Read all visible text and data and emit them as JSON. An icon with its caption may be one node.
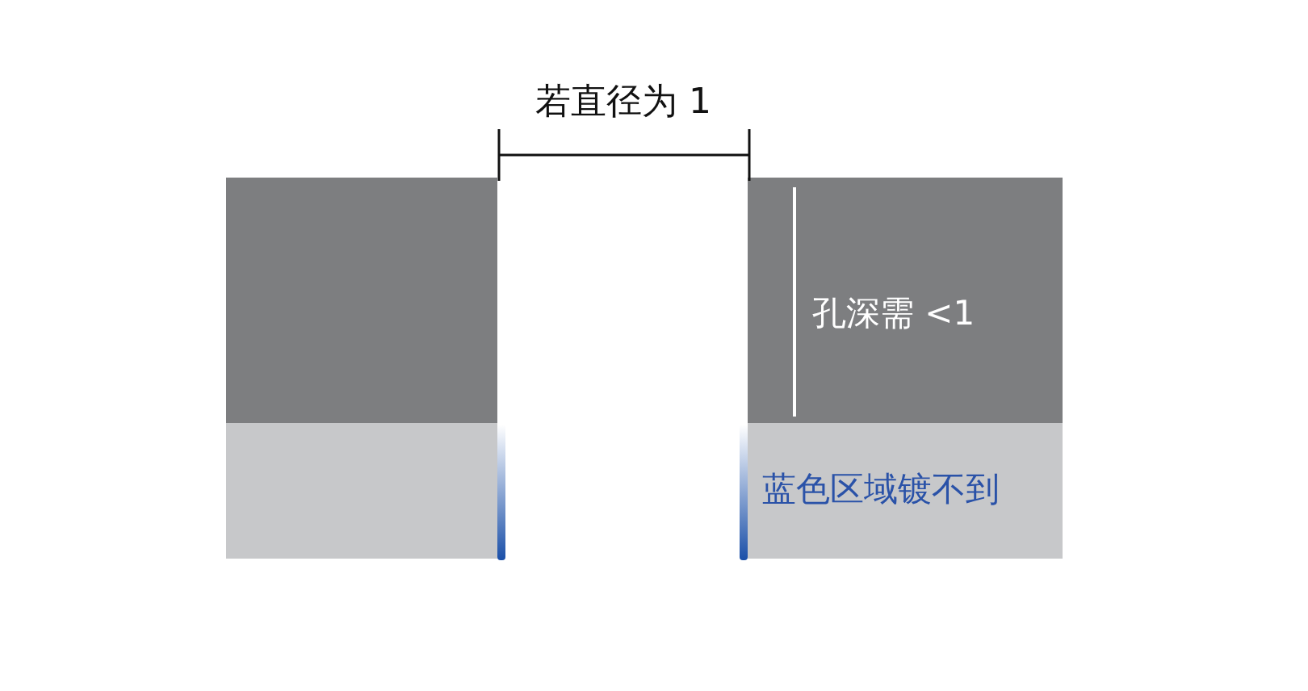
{
  "diagram": {
    "nodes": [
      {
        "text": [],
        "shape": "box"
      },
      {
        "text": [
          "孔深需 <1"
        ]
      },
      {
        "text": [],
        "shape": "box"
      },
      {
        "text": [
          "蓝色区域镀不到"
        ]
      }
    ],
    "labels": [
      "若直径为 1"
    ]
  }
}
